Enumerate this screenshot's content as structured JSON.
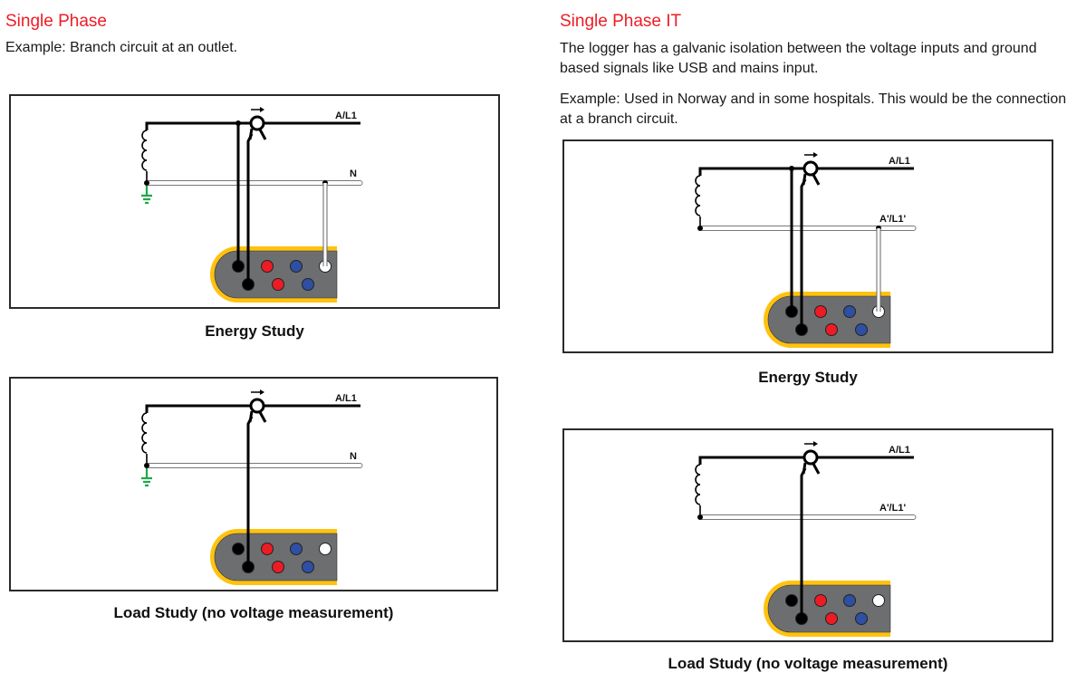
{
  "left": {
    "title": "Single Phase",
    "description": "Example: Branch circuit at an outlet.",
    "diagrams": [
      {
        "caption": "Energy Study",
        "line_top_label": "A/L1",
        "line_bottom_label": "N",
        "grounded": true,
        "voltage_leads": true
      },
      {
        "caption": "Load Study (no voltage measurement)",
        "line_top_label": "A/L1",
        "line_bottom_label": "N",
        "grounded": true,
        "voltage_leads": false
      }
    ]
  },
  "right": {
    "title": "Single Phase IT",
    "description_1": "The logger has a galvanic isolation between the voltage inputs and ground based signals like USB and mains input.",
    "description_2": "Example: Used in Norway and in some hospitals. This would be the connection at a branch circuit.",
    "diagrams": [
      {
        "caption": "Energy Study",
        "line_top_label": "A/L1",
        "line_bottom_label": "A'/L1'",
        "grounded": false,
        "voltage_leads": true
      },
      {
        "caption": "Load Study (no voltage measurement)",
        "line_top_label": "A/L1",
        "line_bottom_label": "A'/L1'",
        "grounded": false,
        "voltage_leads": false
      }
    ]
  },
  "colors": {
    "heading": "#ee1c25",
    "logger_body": "#6d6e70",
    "logger_rim": "#ffc20e",
    "terminal_red": "#ed1c24",
    "terminal_blue": "#2e4fa3",
    "terminal_black": "#000000",
    "terminal_white": "#ffffff",
    "ground": "#1fa84a"
  }
}
